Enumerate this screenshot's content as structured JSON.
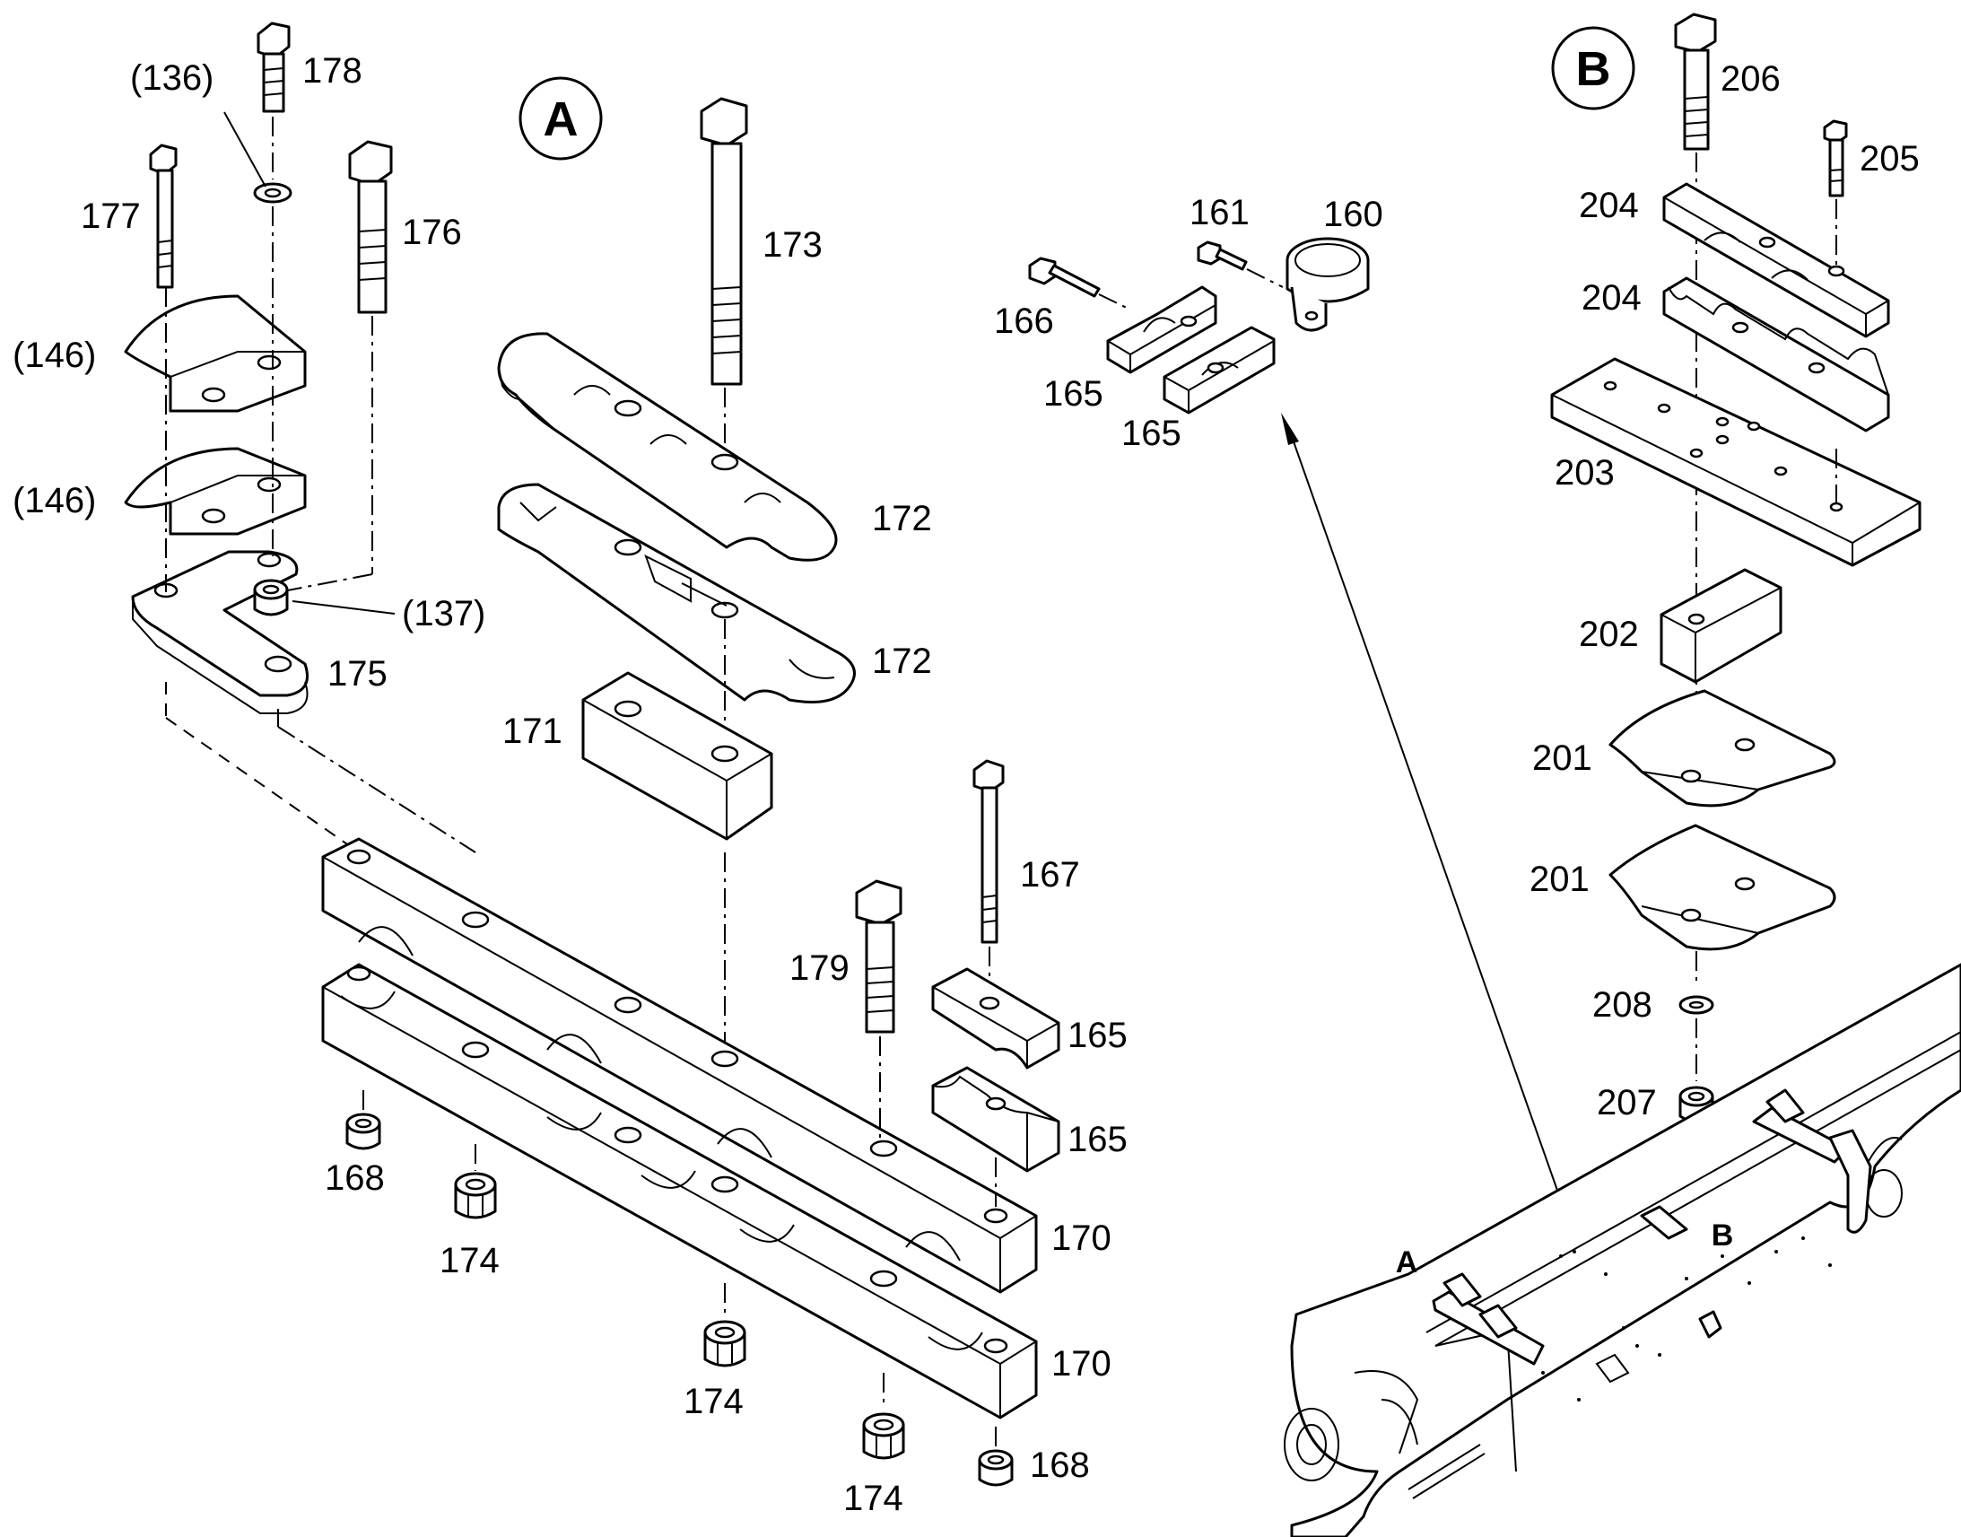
{
  "section_labels": {
    "a": "A",
    "b": "B"
  },
  "boom_labels": {
    "a": "A",
    "b": "B"
  },
  "callouts": {
    "p136": "(136)",
    "p178": "178",
    "p177": "177",
    "p176": "176",
    "p146a": "(146)",
    "p146b": "(146)",
    "p137": "(137)",
    "p175": "175",
    "p173": "173",
    "p172a": "172",
    "p172b": "172",
    "p171": "171",
    "p167": "167",
    "p179": "179",
    "p165a": "165",
    "p165b": "165",
    "p170a": "170",
    "p170b": "170",
    "p168a": "168",
    "p168b": "168",
    "p174a": "174",
    "p174b": "174",
    "p174c": "174",
    "p161": "161",
    "p160": "160",
    "p166": "166",
    "p165c": "165",
    "p165d": "165",
    "p206": "206",
    "p205": "205",
    "p204a": "204",
    "p204b": "204",
    "p203": "203",
    "p202": "202",
    "p201a": "201",
    "p201b": "201",
    "p208": "208",
    "p207": "207"
  }
}
